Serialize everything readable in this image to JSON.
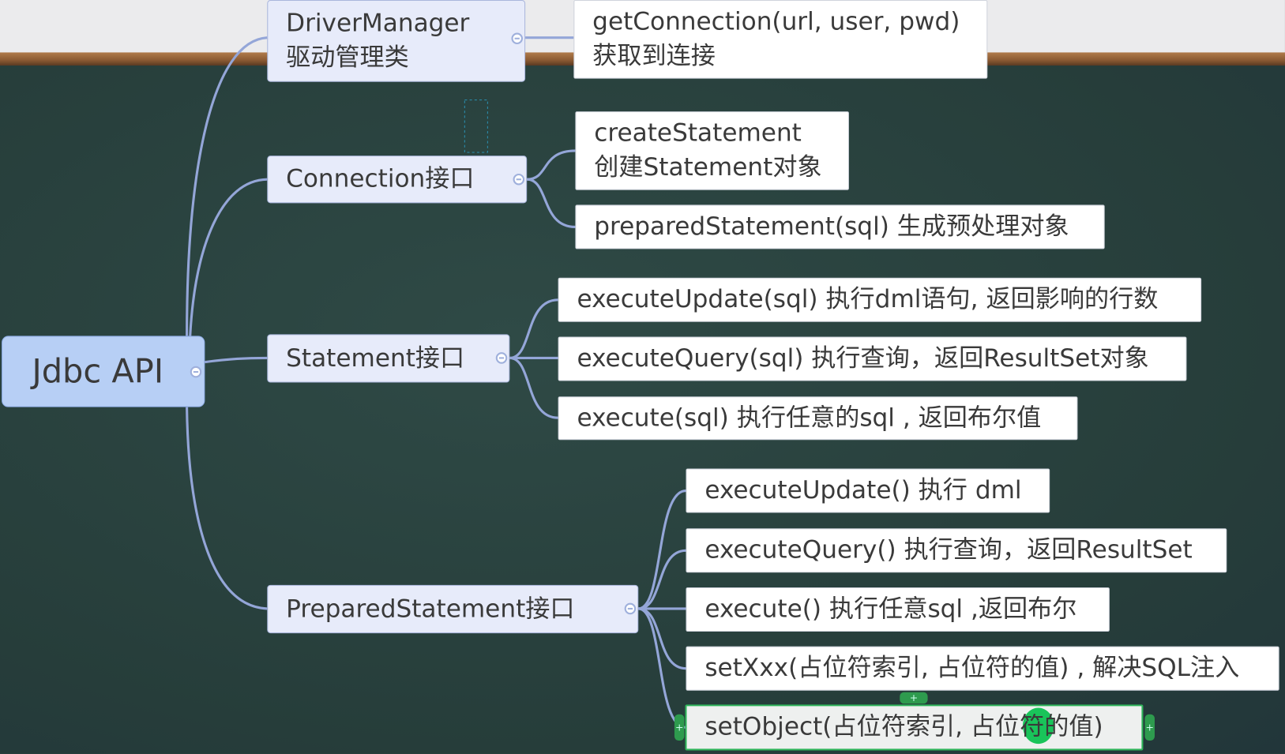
{
  "root": {
    "label": "Jdbc API"
  },
  "topics": [
    {
      "label_lines": [
        "DriverManager",
        "驱动管理类"
      ],
      "children": [
        {
          "lines": [
            "getConnection(url, user, pwd)",
            "获取到连接"
          ]
        }
      ]
    },
    {
      "label_lines": [
        "Connection接口"
      ],
      "children": [
        {
          "lines": [
            "createStatement",
            "创建Statement对象"
          ]
        },
        {
          "lines": [
            "preparedStatement(sql) 生成预处理对象"
          ]
        }
      ]
    },
    {
      "label_lines": [
        "Statement接口"
      ],
      "children": [
        {
          "lines": [
            "executeUpdate(sql) 执行dml语句, 返回影响的行数"
          ]
        },
        {
          "lines": [
            "executeQuery(sql) 执行查询，返回ResultSet对象"
          ]
        },
        {
          "lines": [
            "execute(sql) 执行任意的sql , 返回布尔值"
          ]
        }
      ]
    },
    {
      "label_lines": [
        "PreparedStatement接口"
      ],
      "children": [
        {
          "lines": [
            "executeUpdate() 执行 dml"
          ]
        },
        {
          "lines": [
            "executeQuery() 执行查询，返回ResultSet"
          ]
        },
        {
          "lines": [
            "execute() 执行任意sql ,返回布尔"
          ]
        },
        {
          "lines": [
            "setXxx(占位符索引, 占位符的值) , 解决SQL注入"
          ]
        },
        {
          "lines": [
            "setObject(占位符索引, 占位符的值)"
          ]
        }
      ]
    }
  ],
  "colors": {
    "board": "#2b4440",
    "connector": "#94a6d8",
    "selection": "#2fb55a"
  }
}
